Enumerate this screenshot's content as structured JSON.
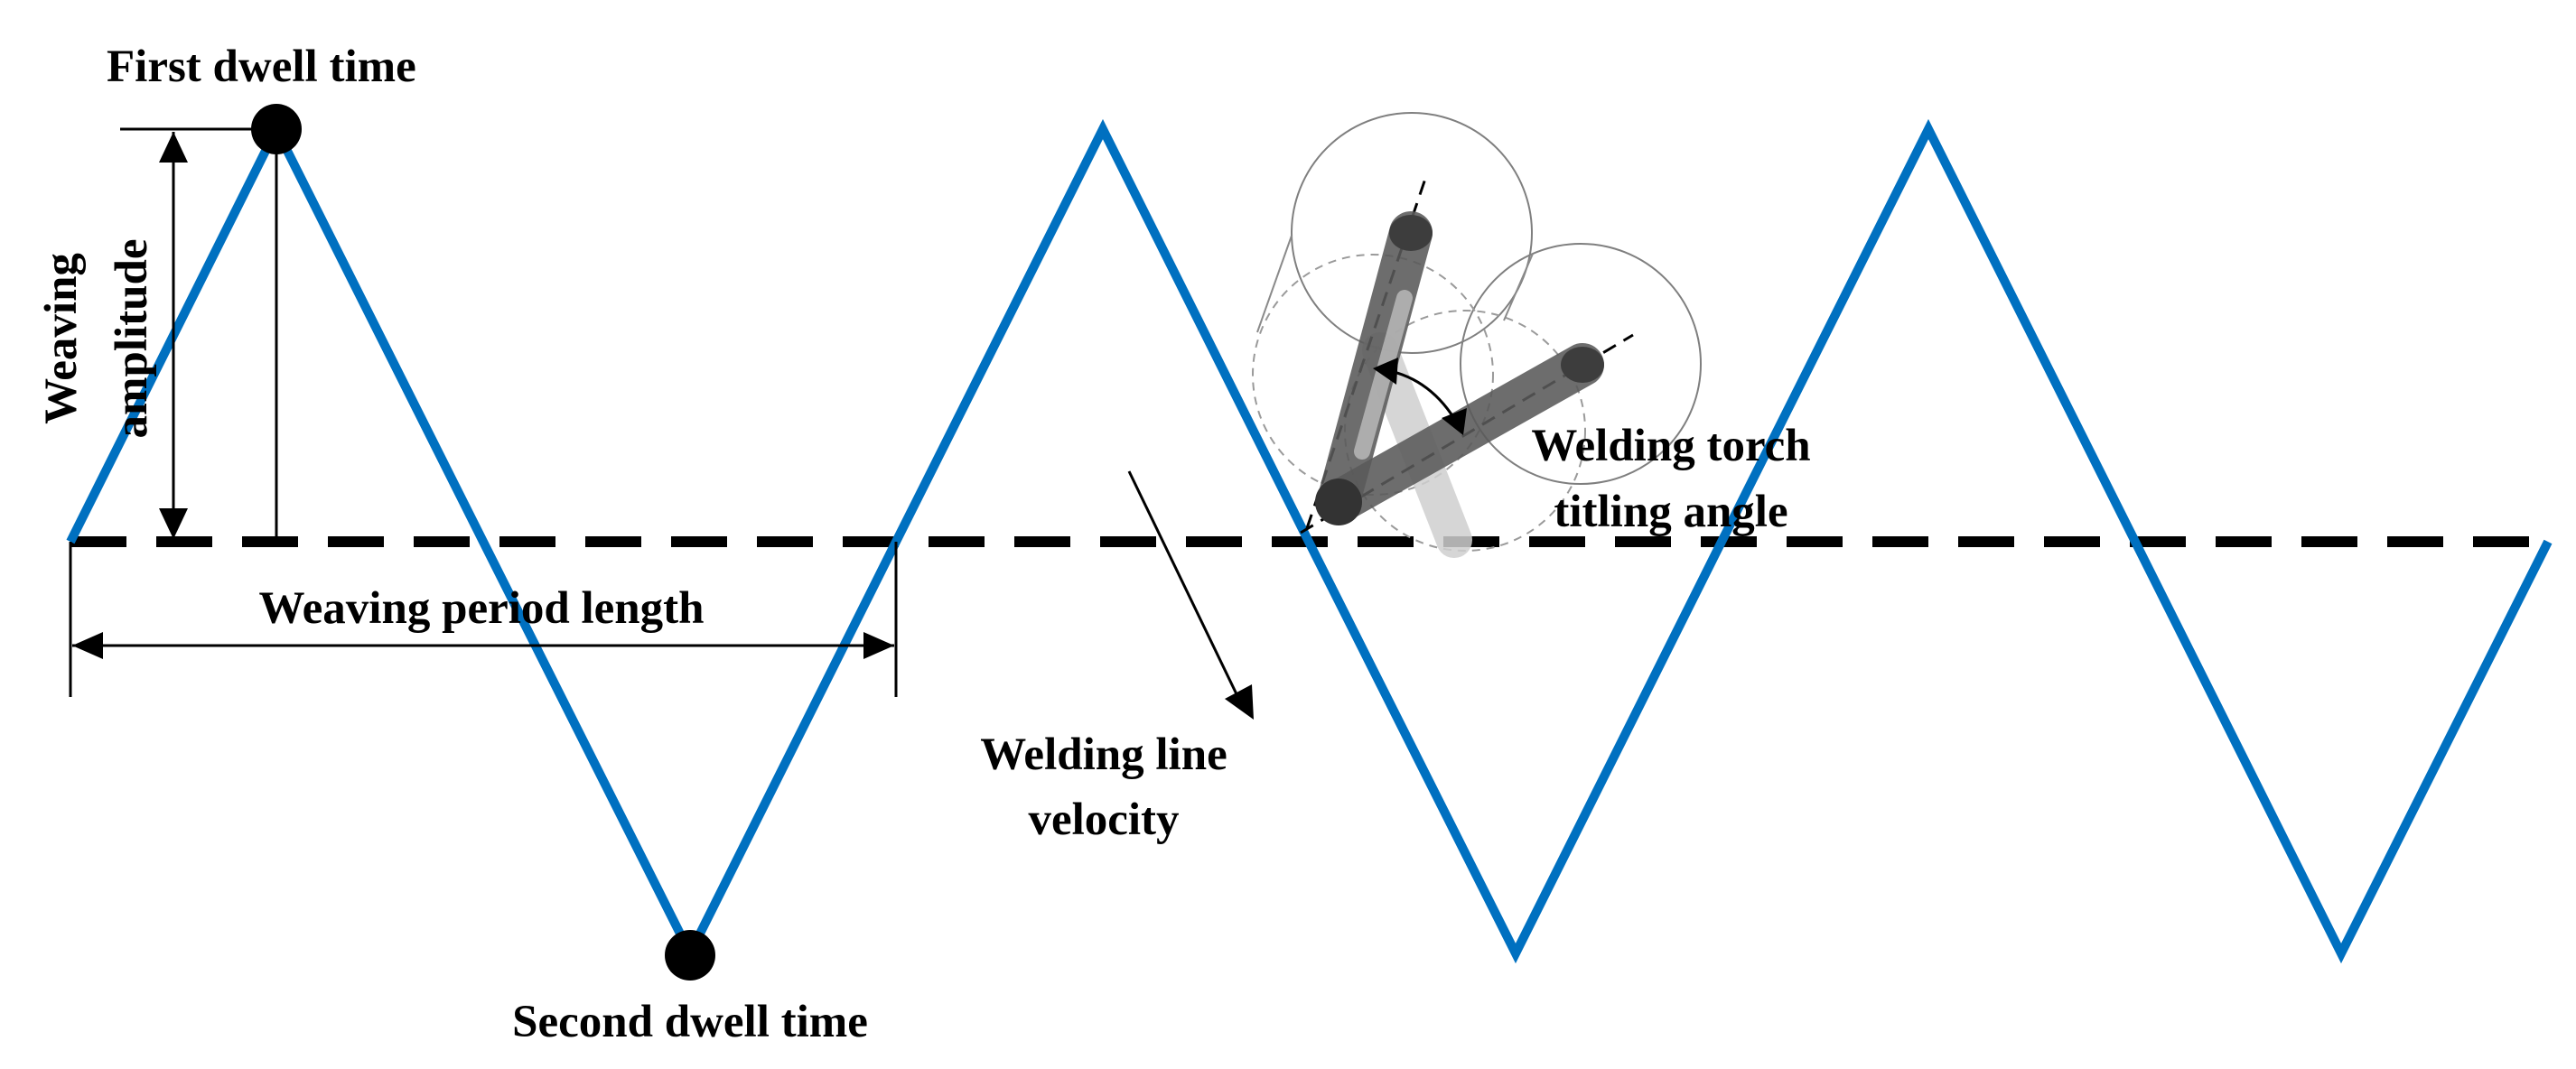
{
  "labels": {
    "first_dwell": "First dwell time",
    "weaving_amplitude_line1": "Weaving",
    "weaving_amplitude_line2": "amplitude",
    "weaving_period": "Weaving period length",
    "second_dwell": "Second dwell time",
    "welding_velocity_line1": "Welding line",
    "welding_velocity_line2": "velocity",
    "torch_angle_line1": "Welding torch",
    "torch_angle_line2": "titling angle"
  },
  "colors": {
    "weave_path": "#0070C0",
    "welding_line": "#000000",
    "dwell_marker": "#000000",
    "torch_dark": "#5A5A5A",
    "torch_light": "#BEBEBE"
  },
  "icons": {
    "torch": "welding-torch-icon",
    "dwell": "dwell-point-marker"
  }
}
